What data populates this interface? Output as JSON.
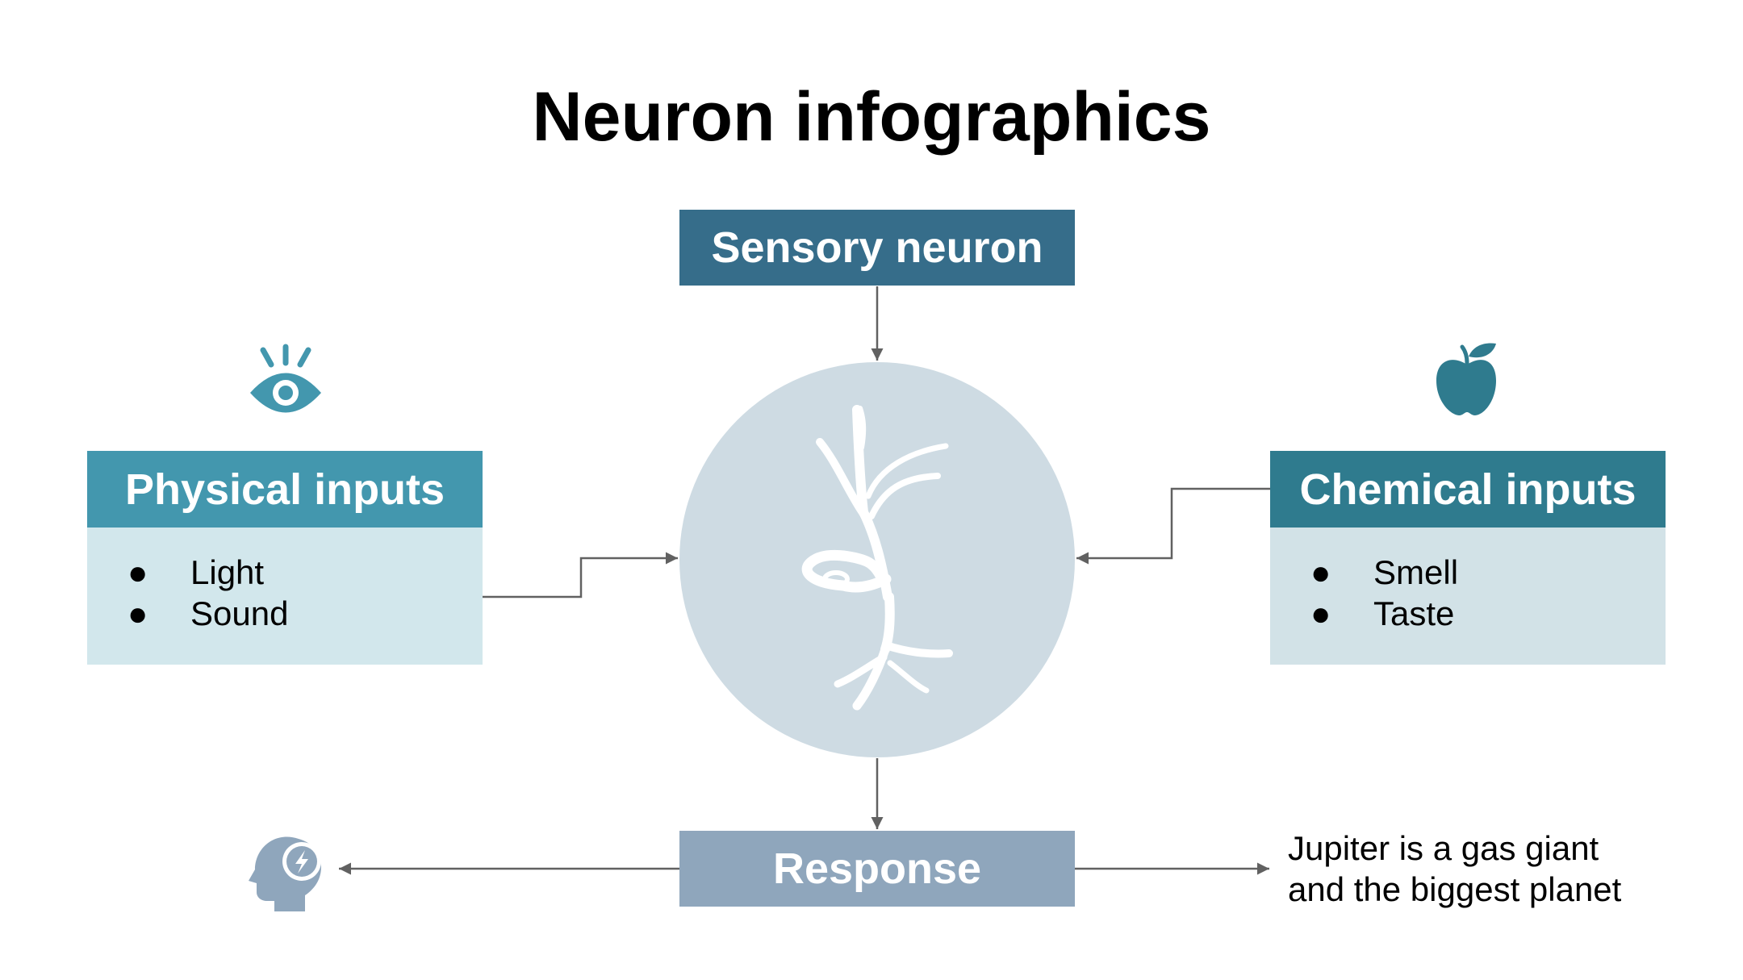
{
  "title": "Neuron infographics",
  "sensory": {
    "label": "Sensory neuron"
  },
  "physical": {
    "label": "Physical inputs",
    "items": [
      "Light",
      "Sound"
    ]
  },
  "chemical": {
    "label": "Chemical inputs",
    "items": [
      "Smell",
      "Taste"
    ]
  },
  "response": {
    "label": "Response"
  },
  "note": {
    "line1": "Jupiter is a gas giant",
    "line2": "and the biggest planet"
  },
  "bullet_glyph": "●",
  "icons": {
    "physical": "eye-icon",
    "chemical": "apple-icon",
    "response": "head-lightning-icon",
    "center": "neuron-icon"
  },
  "colors": {
    "sensory": "#366d8a",
    "physical_head": "#4397ae",
    "physical_body": "#d2e7ec",
    "chemical_head": "#2f7b8e",
    "chemical_body": "#d2e2e7",
    "response": "#8fa6bc",
    "circle": "#cedbe3",
    "arrow": "#616161",
    "eye": "#4397ae",
    "apple": "#2f7b8e",
    "head": "#8fa6bc"
  }
}
